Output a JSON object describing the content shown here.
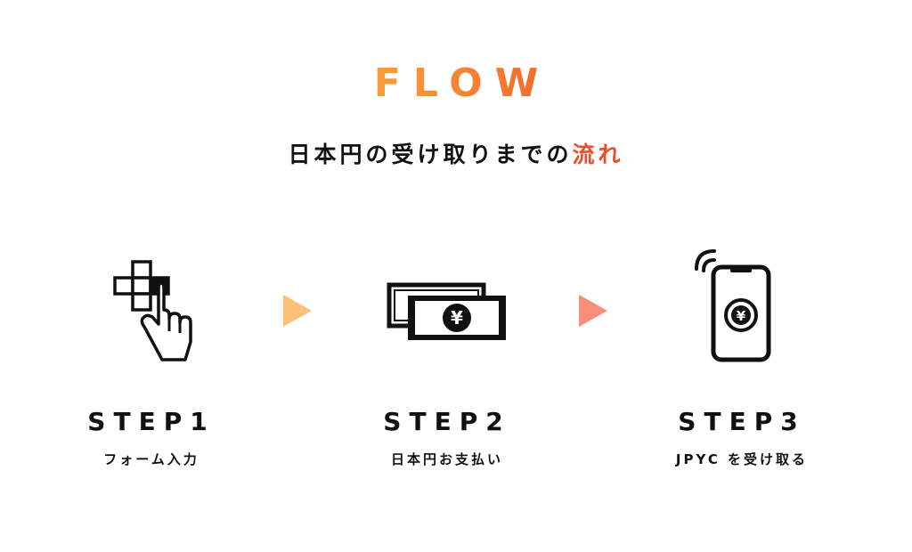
{
  "header": {
    "title": "FLOW",
    "subtitle_main": "日本円の受け取りまでの",
    "subtitle_accent": "流れ"
  },
  "colors": {
    "title_gradient_start": "#f9a23a",
    "title_gradient_end": "#f26a2e",
    "accent": "#ec4d2c",
    "arrow_1": "#f9c277",
    "arrow_2": "#f58f77",
    "text": "#111111"
  },
  "steps": [
    {
      "label": "STEP1",
      "description": "フォーム入力",
      "icon": "hand-pointer-grid-icon"
    },
    {
      "label": "STEP2",
      "description": "日本円お支払い",
      "icon": "yen-banknotes-icon"
    },
    {
      "label": "STEP3",
      "description": "JPYC を受け取る",
      "icon": "smartphone-yen-icon"
    }
  ],
  "icons": {
    "yen_symbol": "¥"
  }
}
